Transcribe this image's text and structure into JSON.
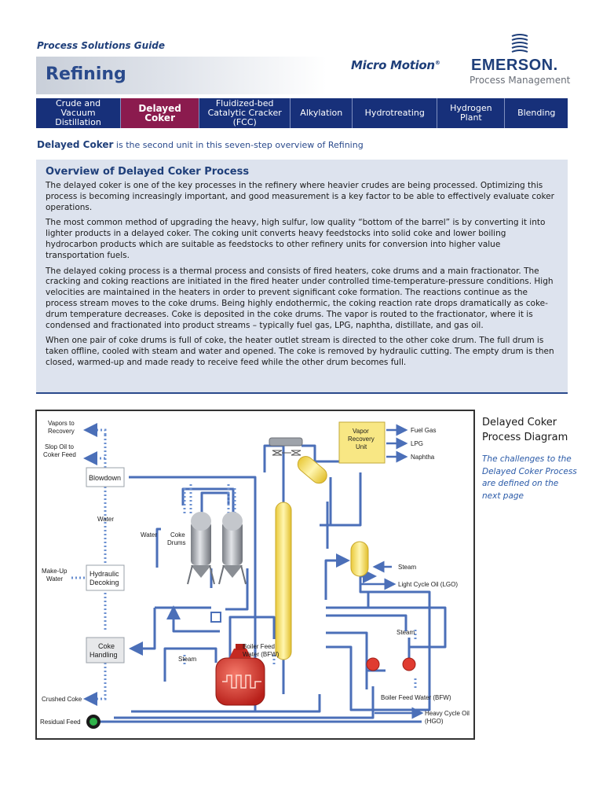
{
  "header": {
    "guide_label": "Process Solutions Guide",
    "page_title": "Refining",
    "micro_motion_logo": "Micro Motion",
    "emerson_name": "EMERSON.",
    "emerson_sub": "Process Management"
  },
  "nav": {
    "tabs": [
      {
        "label": "Crude and Vacuum\nDistillation",
        "active": false
      },
      {
        "label": "Delayed Coker",
        "active": true
      },
      {
        "label": "Fluidized-bed\nCatalytic Cracker\n(FCC)",
        "active": false
      },
      {
        "label": "Alkylation",
        "active": false
      },
      {
        "label": "Hydrotreating",
        "active": false
      },
      {
        "label": "Hydrogen\nPlant",
        "active": false
      },
      {
        "label": "Blending",
        "active": false
      }
    ]
  },
  "intro": {
    "bold": "Delayed Coker",
    "rest": " is the second unit in this seven-step overview of Refining"
  },
  "overview": {
    "heading": "Overview of Delayed Coker Process",
    "paragraphs": [
      "The delayed coker is one of the key processes in the refinery where heavier crudes are being processed. Optimizing this process is becoming increasingly important, and good measurement is a key factor to be able to effectively evaluate coker operations.",
      "The most common method of upgrading the heavy, high sulfur, low quality “bottom of the barrel” is by converting it into lighter products in a delayed coker. The coking unit converts heavy feedstocks into solid coke and lower boiling hydrocarbon products which are suitable as feedstocks to other refinery units for conversion into higher value transportation fuels.",
      "The delayed coking process is a thermal process and consists of fired heaters, coke drums and a main fractionator. The cracking and coking reactions are initiated in the fired heater under controlled time-temperature-pressure conditions. High velocities are maintained in the heaters in order to prevent significant coke formation. The reactions continue as the process stream moves to the coke drums. Being highly endothermic, the coking reaction rate drops dramatically as coke-drum temperature decreases. Coke is deposited in the coke drums. The vapor is routed to the fractionator, where it is condensed and fractionated into product streams – typically fuel gas, LPG, naphtha, distillate, and gas oil.",
      "When one pair of coke drums is full of coke, the heater outlet stream is directed to the other coke drum. The full drum is taken offline, cooled with steam and water and opened. The coke is removed by hydraulic cutting. The empty drum is then closed, warmed-up and made ready to receive feed while the other drum becomes full."
    ]
  },
  "diagram": {
    "side_title": "Delayed Coker\nProcess Diagram",
    "side_note": "The challenges to the\nDelayed Coker Process\nare defined on the\nnext page",
    "labels": {
      "vapors_to_recovery_1": "Vapors to",
      "vapors_to_recovery_2": "Recovery",
      "slop_oil_1": "Slop Oil to",
      "slop_oil_2": "Coker Feed",
      "blowdown": "Blowdown",
      "water_1": "Water",
      "water_2": "Water",
      "make_up_1": "Make-Up",
      "make_up_2": "Water",
      "hydraulic_1": "Hydraulic",
      "hydraulic_2": "Decoking",
      "coke_drums_1": "Coke",
      "coke_drums_2": "Drums",
      "coke_handling_1": "Coke",
      "coke_handling_2": "Handling",
      "crushed_coke": "Crushed Coke",
      "residual_feed": "Residual Feed",
      "steam_1": "Steam",
      "boiler_feed_1": "Boiler Feed",
      "boiler_feed_2": "Water (BFW)",
      "vapor_recovery_1": "Vapor",
      "vapor_recovery_2": "Recovery",
      "vapor_recovery_3": "Unit",
      "fuel_gas": "Fuel Gas",
      "lpg": "LPG",
      "naphtha": "Naphtha",
      "steam_2": "Steam",
      "lco": "Light Cycle Oil (LGO)",
      "steam_3": "Steam",
      "bfw": "Boiler Feed Water (BFW)",
      "hco_1": "Heavy Cycle Oil",
      "hco_2": "(HGO)"
    }
  },
  "colors": {
    "navy": "#17307a",
    "active_tab": "#8b1b4e",
    "pipe": "#4b6fb8",
    "vessel_yellow": "#f5e47a",
    "heater_red": "#d8342c"
  }
}
